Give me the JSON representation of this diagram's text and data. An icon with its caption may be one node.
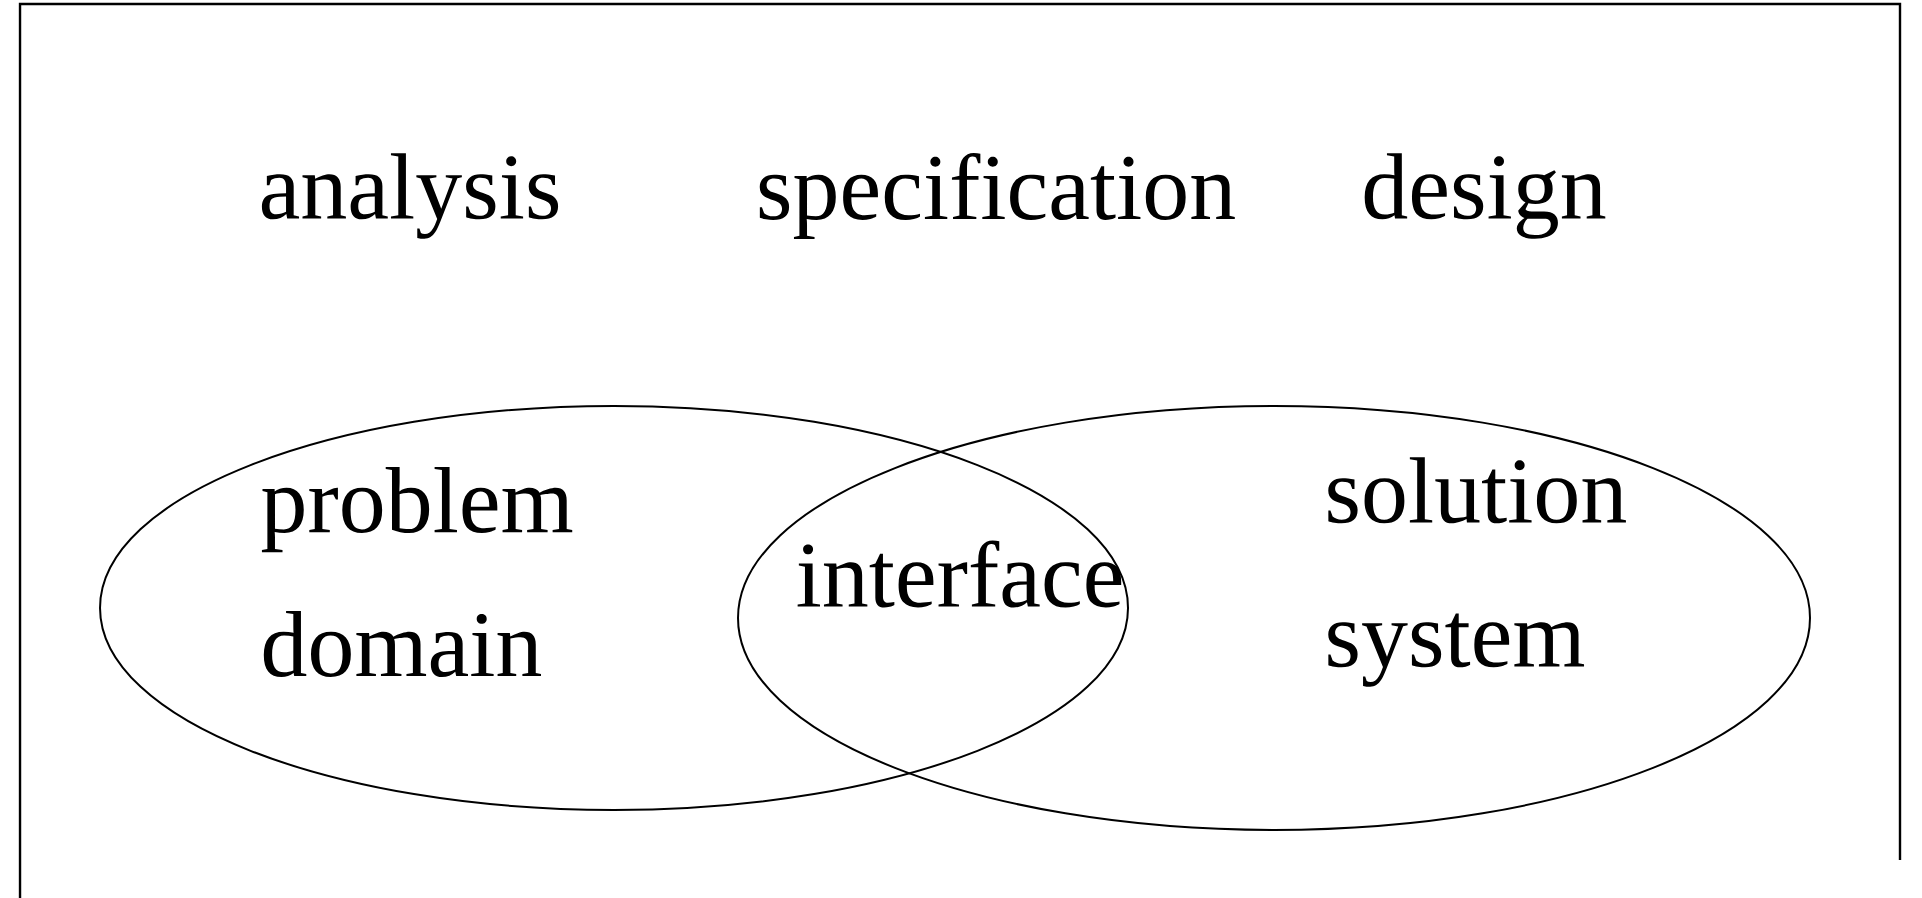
{
  "diagram": {
    "nodes": [
      {
        "text": [
          "problem domain"
        ]
      },
      {
        "text": [
          "solution system"
        ]
      }
    ],
    "labels": [
      "analysis",
      "specification",
      "design",
      "interface"
    ]
  }
}
